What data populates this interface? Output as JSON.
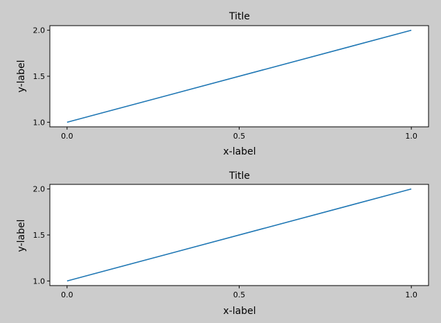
{
  "figure": {
    "background": "#cccccc"
  },
  "chart_data": [
    {
      "type": "line",
      "title": "Title",
      "xlabel": "x-label",
      "ylabel": "y-label",
      "x": [
        0.0,
        1.0
      ],
      "series": [
        {
          "values": [
            1.0,
            2.0
          ],
          "color": "#1f77b4"
        }
      ],
      "xlim": [
        -0.05,
        1.05
      ],
      "ylim": [
        0.95,
        2.05
      ],
      "xticks": [
        0.0,
        0.5,
        1.0
      ],
      "xtick_labels": [
        "0.0",
        "0.5",
        "1.0"
      ],
      "yticks": [
        1.0,
        1.5,
        2.0
      ],
      "ytick_labels": [
        "1.0",
        "1.5",
        "2.0"
      ],
      "grid": false,
      "legend": "none"
    },
    {
      "type": "line",
      "title": "Title",
      "xlabel": "x-label",
      "ylabel": "y-label",
      "x": [
        0.0,
        1.0
      ],
      "series": [
        {
          "values": [
            1.0,
            2.0
          ],
          "color": "#1f77b4"
        }
      ],
      "xlim": [
        -0.05,
        1.05
      ],
      "ylim": [
        0.95,
        2.05
      ],
      "xticks": [
        0.0,
        0.5,
        1.0
      ],
      "xtick_labels": [
        "0.0",
        "0.5",
        "1.0"
      ],
      "yticks": [
        1.0,
        1.5,
        2.0
      ],
      "ytick_labels": [
        "1.0",
        "1.5",
        "2.0"
      ],
      "grid": false,
      "legend": "none"
    }
  ]
}
